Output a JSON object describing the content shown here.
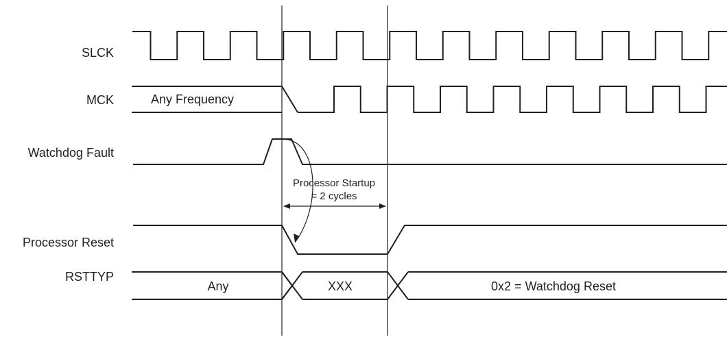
{
  "diagram": {
    "signals": {
      "slck": {
        "label": "SLCK"
      },
      "mck": {
        "label": "MCK",
        "state_text": "Any Frequency"
      },
      "watchdog_fault": {
        "label": "Watchdog Fault"
      },
      "processor_reset": {
        "label": "Processor Reset"
      },
      "rsttyp": {
        "label": "RSTTYP",
        "values": [
          "Any",
          "XXX",
          "0x2 = Watchdog Reset"
        ]
      }
    },
    "annotation": {
      "line1": "Processor Startup",
      "line2": "= 2 cycles"
    }
  }
}
